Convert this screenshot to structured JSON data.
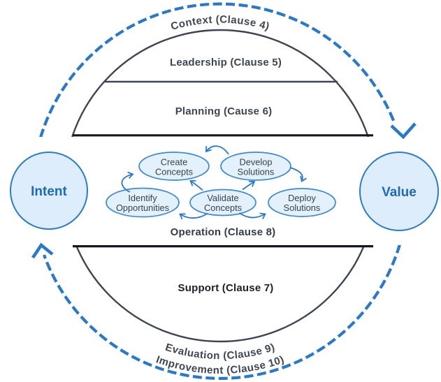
{
  "palette": {
    "accent_blue": "#2878cc",
    "ring_stroke": "#3d4453",
    "band_border": "#14181f",
    "node_fill": "#ddedfb",
    "node_stroke": "#2b7ccd",
    "ellipse_fill": "#e3f1fc",
    "ellipse_stroke": "#3d89d8",
    "label_slate": "#3e4654",
    "label_dark": "#1b202a",
    "node_text_blue": "#1d69ba"
  },
  "outer_cycle": {
    "context_label": "Context (Clause 4)",
    "evaluation_label": "Evaluation (Clause 9)",
    "improvement_label": "Improvement (Clause 10)"
  },
  "rings": {
    "leadership_label": "Leadership (Clause 5)",
    "planning_label": "Planning (Cause 6)",
    "support_label": "Support (Clause 7)"
  },
  "band": {
    "intent_label": "Intent",
    "value_label": "Value",
    "operation_label": "Operation (Clause 8)",
    "steps": [
      {
        "name": "identify-opportunities",
        "lines": [
          "Identify",
          "Opportunities"
        ]
      },
      {
        "name": "create-concepts",
        "lines": [
          "Create",
          "Concepts"
        ]
      },
      {
        "name": "validate-concepts",
        "lines": [
          "Validate",
          "Concepts"
        ]
      },
      {
        "name": "develop-solutions",
        "lines": [
          "Develop",
          "Solutions"
        ]
      },
      {
        "name": "deploy-solutions",
        "lines": [
          "Deploy",
          "Solutions"
        ]
      }
    ],
    "flow_arrows": [
      {
        "from": "identify-opportunities",
        "to": "create-concepts"
      },
      {
        "from": "develop-solutions",
        "to": "create-concepts"
      },
      {
        "from": "validate-concepts",
        "to": "create-concepts"
      },
      {
        "from": "validate-concepts",
        "to": "develop-solutions"
      },
      {
        "from": "validate-concepts",
        "to": "identify-opportunities"
      },
      {
        "from": "validate-concepts",
        "to": "deploy-solutions"
      },
      {
        "from": "develop-solutions",
        "to": "deploy-solutions"
      }
    ]
  }
}
